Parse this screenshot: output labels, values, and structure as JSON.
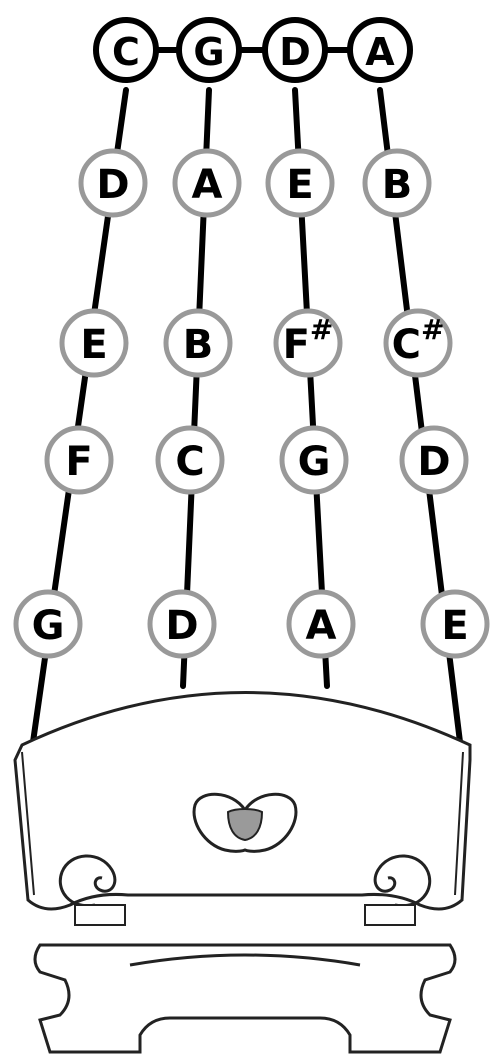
{
  "open_strings": {
    "labels": [
      "C",
      "G",
      "D",
      "A"
    ]
  },
  "fingering_rows": [
    {
      "notes": [
        "D",
        "A",
        "E",
        "B"
      ]
    },
    {
      "notes": [
        "E",
        "B",
        "F#",
        "C#"
      ]
    },
    {
      "notes": [
        "F",
        "C",
        "G",
        "D"
      ]
    },
    {
      "notes": [
        "G",
        "D",
        "A",
        "E"
      ]
    }
  ],
  "colors": {
    "open_circle_stroke": "#000000",
    "note_circle_stroke": "#999999",
    "string_color": "#000000",
    "bridge_outline": "#222222",
    "heart_fill": "#9a9a9a"
  }
}
